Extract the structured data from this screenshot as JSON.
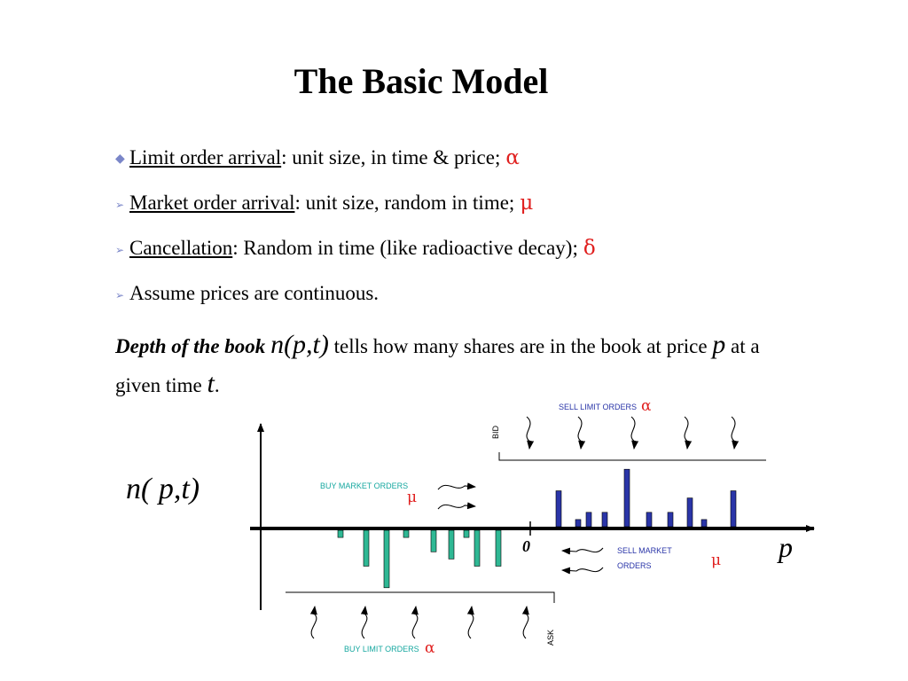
{
  "slide": {
    "title": "The Basic Model",
    "bullets": [
      {
        "marker": "◆",
        "marker_type": "diamond",
        "term": "Limit order arrival",
        "text": ": unit size, in time & price;",
        "symbol": "α"
      },
      {
        "marker": "➢",
        "marker_type": "arrow",
        "term": "Market order arrival",
        "text": ": unit size, random in time;",
        "symbol": "μ"
      },
      {
        "marker": "➢",
        "marker_type": "arrow",
        "term": "Cancellation",
        "text": ": Random in time (like radioactive decay);",
        "symbol": "δ"
      },
      {
        "marker": "➢",
        "marker_type": "arrow",
        "term": "",
        "text": "Assume prices are continuous.",
        "symbol": ""
      }
    ],
    "depth": {
      "lead": "Depth of the book",
      "formula": "n(p,t)",
      "text1": "tells how many shares are in the book at price",
      "p": "p",
      "text2": "at a given time",
      "t": "t",
      "end": "."
    }
  },
  "diagram": {
    "y_label": "n( p,t)",
    "x_label": "p",
    "origin_label": "0",
    "bid_label": "BID",
    "ask_label": "ASK",
    "sell_limit_label": "SELL LIMIT ORDERS",
    "sell_market_label_1": "SELL MARKET",
    "sell_market_label_2": "ORDERS",
    "buy_market_label": "BUY MARKET ORDERS",
    "buy_limit_label": "BUY LIMIT ORDERS",
    "alpha": "α",
    "mu": "μ",
    "colors": {
      "sell_bars": "#2a35a8",
      "buy_bars": "#2fb894",
      "sell_text": "#2a35a8",
      "buy_text": "#17a8a0",
      "greek": "#e0201f"
    },
    "sell_depths": [
      5,
      1,
      2,
      2,
      8,
      2,
      2,
      4,
      1,
      5
    ],
    "buy_depths": [
      1,
      5,
      8,
      1,
      3,
      4,
      1,
      5,
      5
    ]
  }
}
